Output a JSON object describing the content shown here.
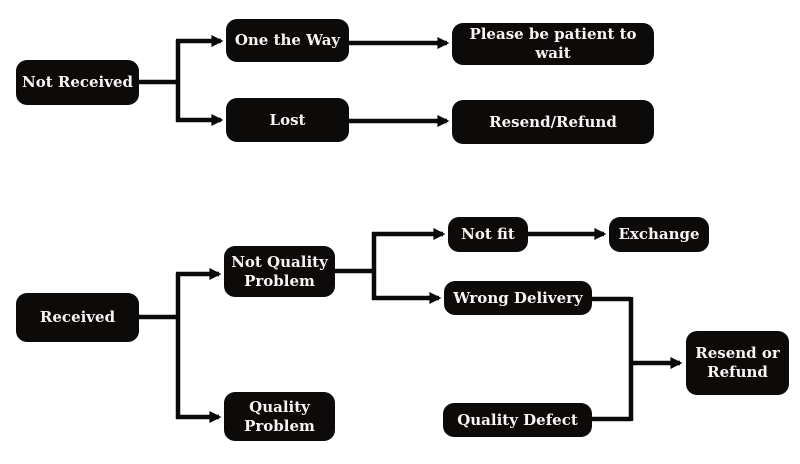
{
  "colors": {
    "background": "#ffffff",
    "node_background": "#0d0a0a",
    "node_text": "#f7f4f4",
    "connector": "#0a0a0a"
  },
  "diagram": {
    "type": "flowchart",
    "nodes": {
      "not_received": {
        "label": "Not Received"
      },
      "one_the_way": {
        "label": "One the Way"
      },
      "lost": {
        "label": "Lost"
      },
      "please_wait": {
        "label": "Please be patient to wait"
      },
      "resend_refund": {
        "label": "Resend/Refund"
      },
      "received": {
        "label": "Received"
      },
      "not_quality_problem": {
        "label": "Not Quality\nProblem"
      },
      "quality_problem": {
        "label": "Quality\nProblem"
      },
      "not_fit": {
        "label": "Not fit"
      },
      "exchange": {
        "label": "Exchange"
      },
      "wrong_delivery": {
        "label": "Wrong Delivery"
      },
      "quality_defect": {
        "label": "Quality Defect"
      },
      "resend_or_refund": {
        "label": "Resend or\nRefund"
      }
    },
    "edges": [
      {
        "from": "not_received",
        "to": "one_the_way"
      },
      {
        "from": "not_received",
        "to": "lost"
      },
      {
        "from": "one_the_way",
        "to": "please_wait"
      },
      {
        "from": "lost",
        "to": "resend_refund"
      },
      {
        "from": "received",
        "to": "not_quality_problem"
      },
      {
        "from": "received",
        "to": "quality_problem"
      },
      {
        "from": "not_quality_problem",
        "to": "not_fit"
      },
      {
        "from": "not_quality_problem",
        "to": "wrong_delivery"
      },
      {
        "from": "not_fit",
        "to": "exchange"
      },
      {
        "from": "wrong_delivery",
        "to": "resend_or_refund"
      },
      {
        "from": "quality_problem",
        "to": "quality_defect"
      },
      {
        "from": "quality_defect",
        "to": "resend_or_refund"
      }
    ]
  }
}
